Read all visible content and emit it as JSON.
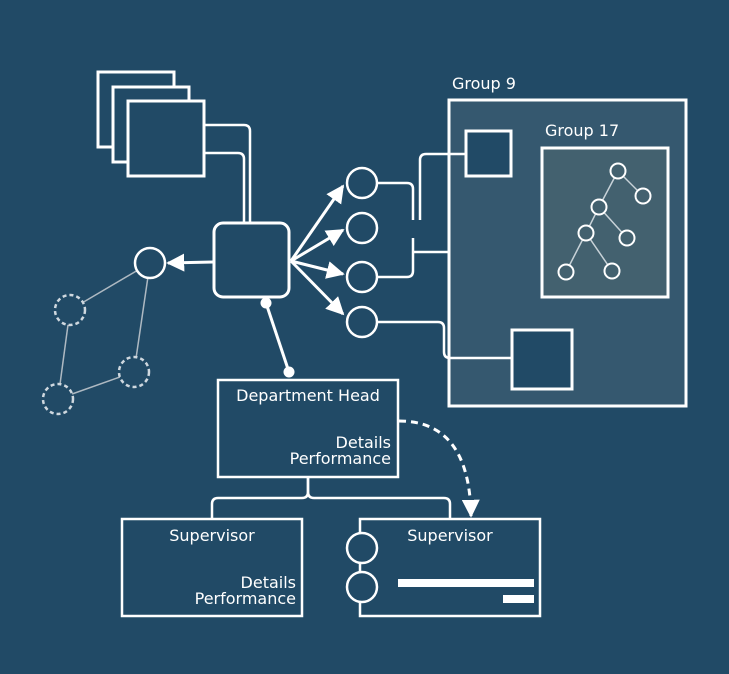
{
  "groups": {
    "outer_label": "Group 9",
    "inner_label": "Group 17"
  },
  "department_head": {
    "title": "Department Head",
    "line1": "Details",
    "line2": "Performance"
  },
  "supervisor_left": {
    "title": "Supervisor",
    "line1": "Details",
    "line2": "Performance"
  },
  "supervisor_right": {
    "title": "Supervisor"
  },
  "colors": {
    "background": "#214a66",
    "stroke": "#ffffff",
    "group_fill": "#35586f",
    "inner_group_fill": "#43616f",
    "dashed_node": "#cfd8df"
  }
}
